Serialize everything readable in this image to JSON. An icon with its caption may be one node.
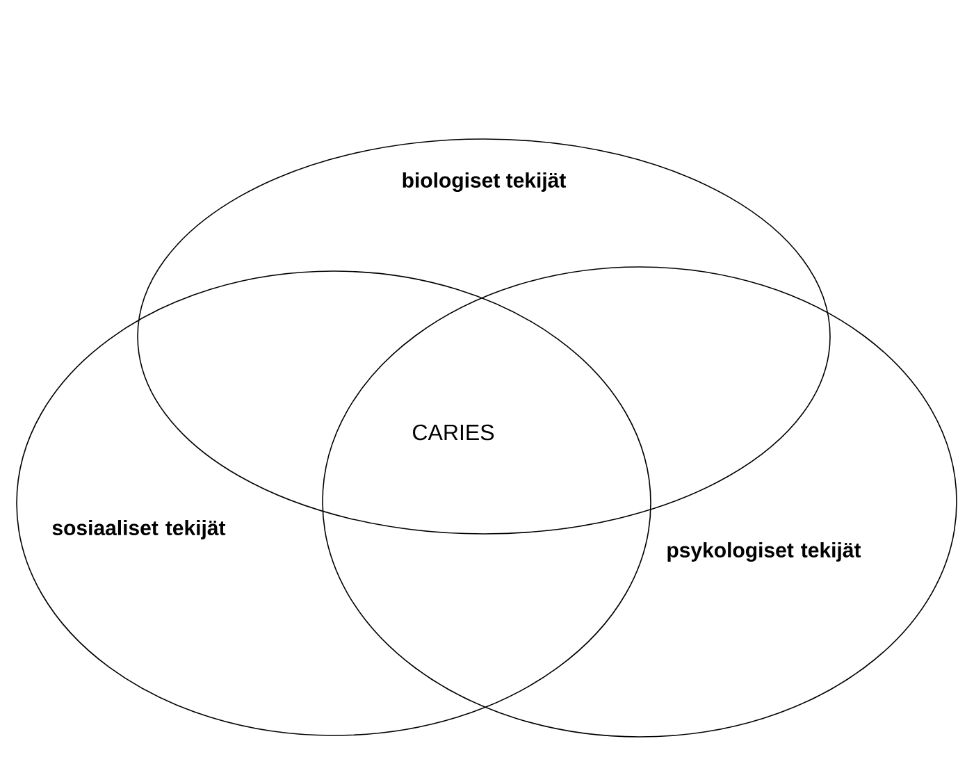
{
  "diagram": {
    "nodes": [
      {
        "text": [
          "biologiset tekijät"
        ]
      },
      {
        "text": [
          "sosiaaliset tekijät"
        ]
      },
      {
        "text": [
          "psykologiset tekijät"
        ]
      }
    ],
    "labels": [
      "CARIES"
    ]
  }
}
